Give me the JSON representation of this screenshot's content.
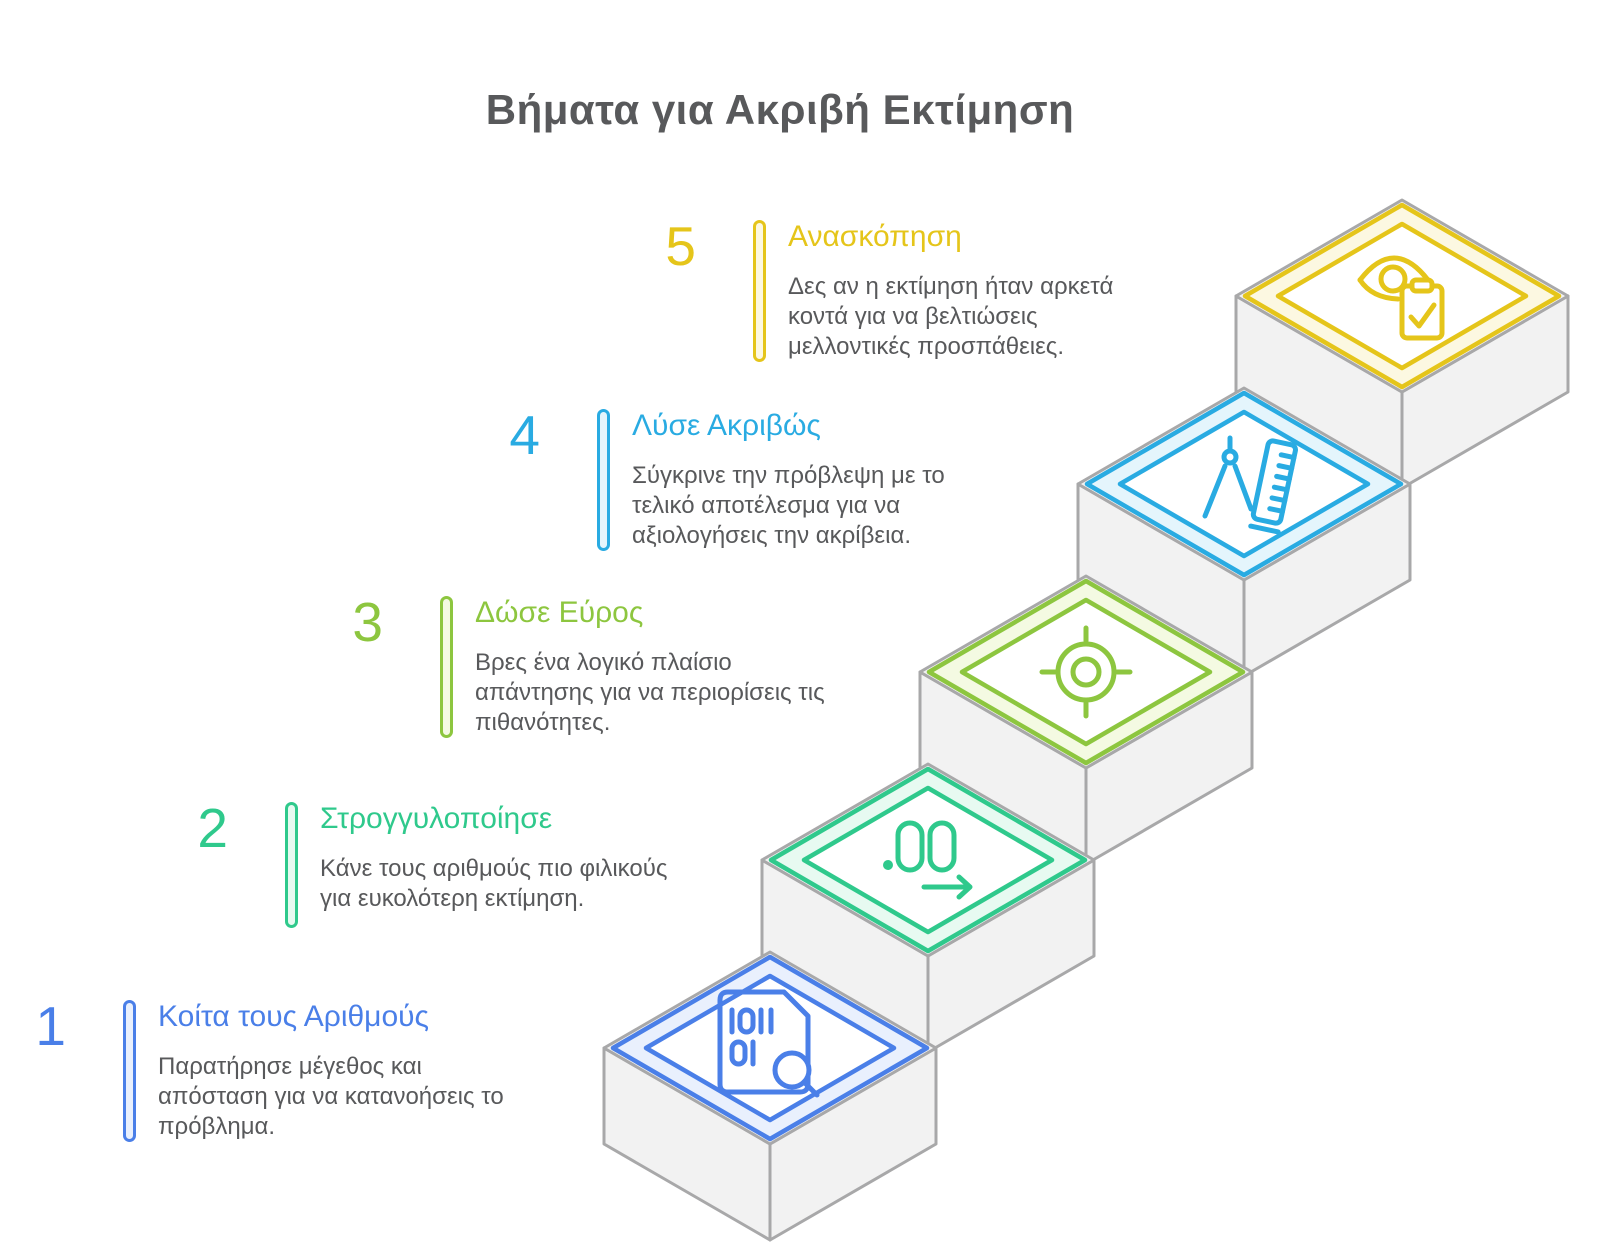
{
  "title": "Βήματα για Ακριβή Εκτίμηση",
  "palette": {
    "text_gray": "#58595b",
    "step_face_gray": "#f2f2f2",
    "step_edge_gray": "#a8a8a9",
    "background": "#ffffff"
  },
  "steps": [
    {
      "number": "1",
      "label": "Κοίτα τους Αριθμούς",
      "description": "Παρατήρησε μέγεθος και\nαπόσταση για να κατανοήσεις το\nπρόβλημα.",
      "color": "#4a7fe8",
      "tint": "#e9f0fd",
      "icon": "binary-file-search-icon"
    },
    {
      "number": "2",
      "label": "Στρογγυλοποίησε",
      "description": "Κάνε τους αριθμούς πιο φιλικούς\nγια ευκολότερη εκτίμηση.",
      "color": "#2fc98c",
      "tint": "#e7faf1",
      "icon": "round-decimals-arrow-icon"
    },
    {
      "number": "3",
      "label": "Δώσε Εύρος",
      "description": "Βρες ένα λογικό πλαίσιο\nαπάντησης για να περιορίσεις τις\nπιθανότητες.",
      "color": "#8dc63f",
      "tint": "#f4fae2",
      "icon": "target-icon"
    },
    {
      "number": "4",
      "label": "Λύσε Ακριβώς",
      "description": "Σύγκρινε την πρόβλεψη με το\nτελικό αποτέλεσμα για να\nαξιολογήσεις την ακρίβεια.",
      "color": "#29abe2",
      "tint": "#e4f5fc",
      "icon": "compass-ruler-icon"
    },
    {
      "number": "5",
      "label": "Ανασκόπηση",
      "description": "Δες αν η εκτίμηση ήταν αρκετά\nκοντά για να βελτιώσεις\nμελλοντικές προσπάθειες.",
      "color": "#e5c51a",
      "tint": "#fcf8e1",
      "icon": "eye-review-clipboard-icon"
    }
  ]
}
